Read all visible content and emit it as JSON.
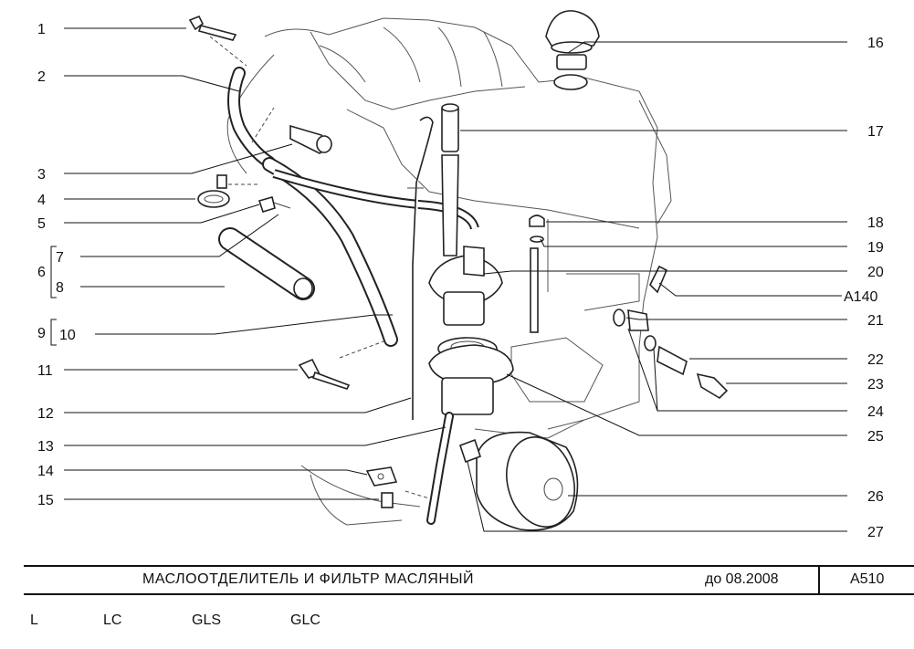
{
  "callouts_left": [
    "1",
    "2",
    "3",
    "4",
    "5",
    "6",
    "7",
    "8",
    "9",
    "10",
    "11",
    "12",
    "13",
    "14",
    "15"
  ],
  "callouts_right": [
    "16",
    "17",
    "18",
    "19",
    "20",
    "A140",
    "21",
    "22",
    "23",
    "24",
    "25",
    "26",
    "27"
  ],
  "footer": {
    "title": "МАСЛООТДЕЛИТЕЛЬ И ФИЛЬТР МАСЛЯНЫЙ",
    "date": "до 08.2008",
    "code": "A510"
  },
  "models": [
    "L",
    "LC",
    "GLS",
    "GLC"
  ]
}
